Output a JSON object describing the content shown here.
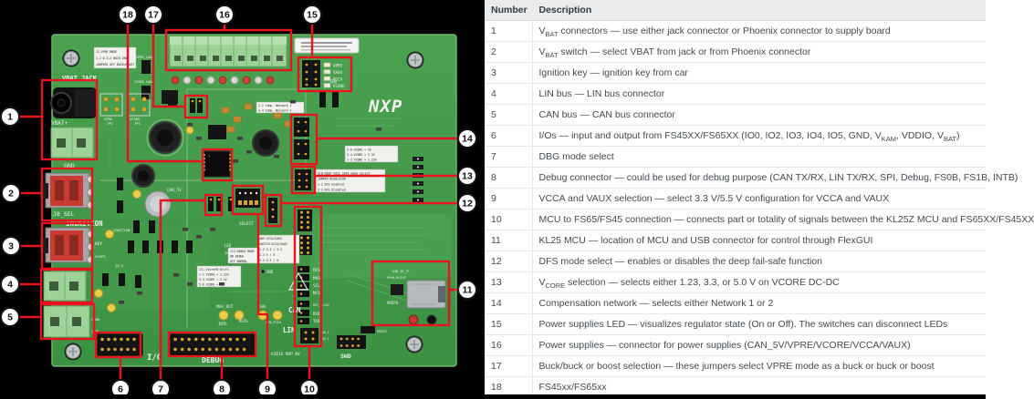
{
  "table": {
    "headers": [
      "Number",
      "Description"
    ],
    "rows": [
      {
        "number": "1",
        "description": "V~BAT~ connectors — use either jack connector or Phoenix connector to supply board"
      },
      {
        "number": "2",
        "description": "V~BAT~ switch — select VBAT from jack or from Phoenix connector"
      },
      {
        "number": "3",
        "description": "Ignition key — ignition key from car"
      },
      {
        "number": "4",
        "description": "LIN bus — LIN bus connector"
      },
      {
        "number": "5",
        "description": "CAN bus — CAN bus connector"
      },
      {
        "number": "6",
        "description": "I/Os — input and output from FS45XX/FS65XX (IO0, IO2, IO3, IO4, IO5, GND, V~KAM~, VDDIO, V~BAT~)"
      },
      {
        "number": "7",
        "description": "DBG mode select"
      },
      {
        "number": "8",
        "description": "Debug connector — could be used for debug purpose (CAN TX/RX, LIN TX/RX, SPI, Debug, FS0B, FS1B, INTB)"
      },
      {
        "number": "9",
        "description": "VCCA and VAUX selection — select 3.3 V/5.5 V configuration for VCCA and VAUX"
      },
      {
        "number": "10",
        "description": "MCU to FS65/FS45 connection — connects part or totality of signals between the KL25Z MCU and FS65XX/FS45XX"
      },
      {
        "number": "11",
        "description": "KL25 MCU — location of MCU and USB connector for control through FlexGUI"
      },
      {
        "number": "12",
        "description": "DFS mode select — enables or disables the deep fail-safe function"
      },
      {
        "number": "13",
        "description": "V~CORE~ selection — selects either 1.23, 3.3, or 5.0 V on VCORE DC-DC"
      },
      {
        "number": "14",
        "description": "Compensation network — selects either Network 1 or 2"
      },
      {
        "number": "15",
        "description": "Power supplies LED — visualizes regulator state (On or Off). The switches can disconnect LEDs"
      },
      {
        "number": "16",
        "description": "Power supplies — connector for power supplies (CAN_5V/VPRE/VCORE/VCCA/VAUX)"
      },
      {
        "number": "17",
        "description": "Buck/buck or boost selection — these jumpers select VPRE mode as a buck or buck or boost"
      },
      {
        "number": "18",
        "description": "FS45xx/FS65xx"
      }
    ]
  },
  "photo": {
    "callouts": [
      "1",
      "2",
      "3",
      "4",
      "5",
      "6",
      "7",
      "8",
      "9",
      "10",
      "11",
      "12",
      "13",
      "14",
      "15",
      "16",
      "17",
      "18"
    ],
    "labels": {
      "vbat_jack": "VBAT JACK",
      "vbat_plus": "VBAT+",
      "gnd": "GND",
      "gnd2": "GND",
      "gnd3": "GND",
      "j8_sel": "J8_SEL",
      "ingnition": "INGNITION",
      "ignition_j16": "IGNITION J16",
      "key": "KEY",
      "vsup3": "VSUP3",
      "vsup3_b": "VSUP3",
      "canh": "CANH",
      "canl": "CANL",
      "io": "I/O",
      "debug": "DEBUG",
      "swd": "SWD",
      "lin": "LIN",
      "can": "CAN",
      "select": "SELECT",
      "can_5v": "CAN_5V",
      "mux_out": "MUX_OUT",
      "intb": "INTb",
      "rstb": "RSTb",
      "fs0b": "FS0b",
      "lin_fs1b": "LIN_FS1b",
      "nxp": "NXP",
      "copyright": "©2016 NXP BV",
      "vrefh": "VREFH",
      "usb_id_tp": "USB_ID_TP",
      "p5v0_kl25z": "P5V0_KL25Z",
      "vpre_pad": "VPRE",
      "ja2": "JA2",
      "vcore_pad": "VCORE",
      "ja1": "JA1",
      "vpre_load": "VPRE_LOAD",
      "vcore_load": "VCORE_LOAD",
      "vcca_pmp": "VCCA_PMP",
      "led": [
        "VPRE",
        "VAUX",
        "VCCA",
        "VCORE"
      ],
      "spi": [
        "MISO",
        "MOSI",
        "SCLK",
        "NCS0"
      ],
      "rst_kl25z": "RST_KL25Z",
      "uart": [
        "RXD",
        "TXD"
      ],
      "uart_l": [
        "RXD_L",
        "TXD_L"
      ],
      "led_lbl": "LED",
      "io_4": "IO_4",
      "io_5": "IO_5"
    },
    "silk_tables": {
      "vpre_mode": [
        "J2-VPRE MODE",
        "1-2 & 3-4 BUCK ONLY",
        "JUMPERS OFF BUCK/BOOST"
      ],
      "comp": [
        "1-2 Comp. Network 1",
        "3-4 Comp. Network 2"
      ],
      "vcore_sel": [
        "5-6 VCORE = 5V",
        "3-4 VCORE = 3.3V",
        "1-2 VCORE = 1.23V"
      ],
      "dfs": [
        "U18 DEEP FAIL SAFE mode select",
        "JUMPER   REGULATOR",
        "1-2   DFS Enabled",
        "2-3   DFS Disabled"
      ],
      "vcca_vaux": [
        "SW5 VCCA/VAUX",
        "SWITCH VCCA/VAUX",
        "1-2  3.3 / 3.3",
        "2-3  5 / 5",
        "3-4  3.3 / 5"
      ],
      "debug_mode": [
        "J13 DEBUG MODE",
        "ON   DEBUG",
        "OFF  NORMAL"
      ],
      "vcorefb": [
        "J1L-VcoreFB Drift",
        "1-2  VCORE = 1.23V",
        "3-4  VCORE = 3.3V",
        "5-6  VCORE = 5V"
      ]
    },
    "colors": {
      "annotation_red": "#e8131d",
      "board_green": "#459c4b",
      "connector_green": "#9ed298",
      "gold": "#d8a72c",
      "callout_bg": "#ffffff",
      "callout_text": "#111111"
    }
  },
  "panel_colors": {
    "header_bg": "#e9ebed",
    "text": "#414950",
    "row_border": "#e7eaec"
  }
}
